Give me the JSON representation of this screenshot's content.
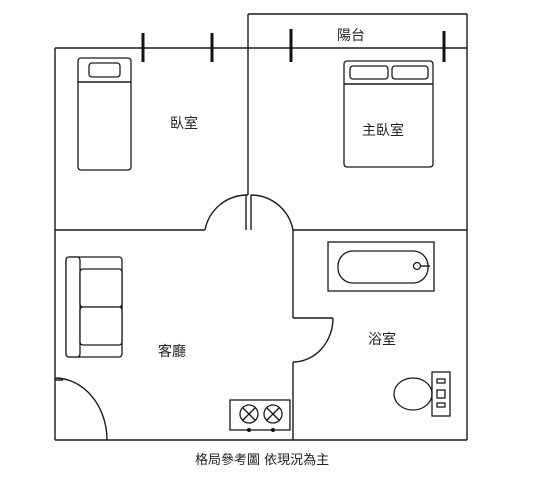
{
  "rooms": {
    "bedroom": "臥室",
    "master_bedroom": "主臥室",
    "balcony": "陽台",
    "living_room": "客廳",
    "bathroom": "浴室"
  },
  "caption": "格局參考圖 依現況為主",
  "colors": {
    "line": "#1a1a1a",
    "background": "#ffffff"
  }
}
